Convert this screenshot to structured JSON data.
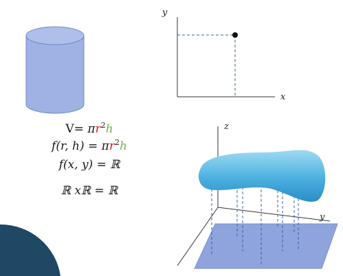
{
  "colors": {
    "cylinder": "#9eb3e3",
    "cylinder_stroke": "#6e86c2",
    "surface": "#4aa9d8",
    "plane": "#8fa4dc",
    "dashes": "#3a5fa6",
    "corner": "#1e4863",
    "radius_highlight": "#c0262d",
    "height_highlight": "#6fb24d"
  },
  "equations": {
    "volume": {
      "lhs": "V= ",
      "pi": "π",
      "r": "r",
      "exp": "2",
      "h": "h"
    },
    "function_rh": {
      "lhs": "f(r, h) = ",
      "pi": "π",
      "r": "r",
      "exp": "2",
      "h": "h"
    },
    "function_xy": {
      "text": "f(x, y) = ℝ"
    },
    "product": {
      "text": "ℝ xℝ = ℝ"
    }
  },
  "plot2d": {
    "x_label": "x",
    "y_label": "y"
  },
  "plot3d": {
    "z_label": "z",
    "y_label": "y"
  }
}
